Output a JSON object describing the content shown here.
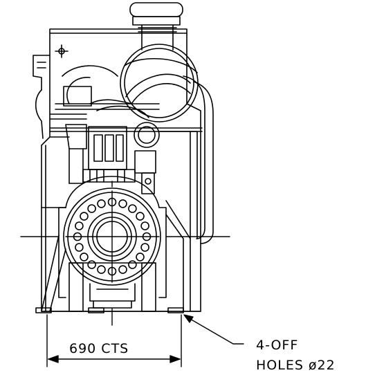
{
  "drawing": {
    "dimension_label": "690 CTS",
    "note_line1": "4-OFF",
    "note_line2": "HOLES ø22",
    "line_color": "#000000",
    "background": "#ffffff"
  }
}
